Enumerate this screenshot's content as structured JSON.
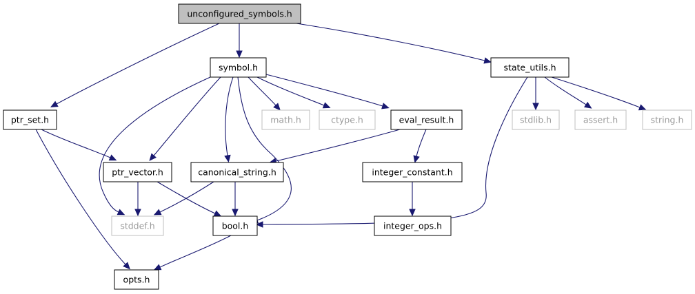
{
  "diagram": {
    "nodes": [
      {
        "id": "unconfigured_symbols",
        "label": "unconfigured_symbols.h",
        "kind": "root"
      },
      {
        "id": "symbol",
        "label": "symbol.h",
        "kind": "file"
      },
      {
        "id": "state_utils",
        "label": "state_utils.h",
        "kind": "file"
      },
      {
        "id": "ptr_set",
        "label": "ptr_set.h",
        "kind": "file"
      },
      {
        "id": "math",
        "label": "math.h",
        "kind": "external"
      },
      {
        "id": "ctype",
        "label": "ctype.h",
        "kind": "external"
      },
      {
        "id": "eval_result",
        "label": "eval_result.h",
        "kind": "file"
      },
      {
        "id": "stdlib",
        "label": "stdlib.h",
        "kind": "external"
      },
      {
        "id": "assert",
        "label": "assert.h",
        "kind": "external"
      },
      {
        "id": "string",
        "label": "string.h",
        "kind": "external"
      },
      {
        "id": "ptr_vector",
        "label": "ptr_vector.h",
        "kind": "file"
      },
      {
        "id": "canonical_string",
        "label": "canonical_string.h",
        "kind": "file"
      },
      {
        "id": "integer_constant",
        "label": "integer_constant.h",
        "kind": "file"
      },
      {
        "id": "stddef",
        "label": "stddef.h",
        "kind": "external"
      },
      {
        "id": "bool",
        "label": "bool.h",
        "kind": "file"
      },
      {
        "id": "integer_ops",
        "label": "integer_ops.h",
        "kind": "file"
      },
      {
        "id": "opts",
        "label": "opts.h",
        "kind": "file"
      }
    ],
    "edges": [
      {
        "from": "unconfigured_symbols",
        "to": "symbol"
      },
      {
        "from": "unconfigured_symbols",
        "to": "state_utils"
      },
      {
        "from": "unconfigured_symbols",
        "to": "ptr_set"
      },
      {
        "from": "symbol",
        "to": "math"
      },
      {
        "from": "symbol",
        "to": "ctype"
      },
      {
        "from": "symbol",
        "to": "eval_result"
      },
      {
        "from": "symbol",
        "to": "ptr_vector"
      },
      {
        "from": "symbol",
        "to": "canonical_string"
      },
      {
        "from": "symbol",
        "to": "stddef"
      },
      {
        "from": "symbol",
        "to": "bool"
      },
      {
        "from": "state_utils",
        "to": "stdlib"
      },
      {
        "from": "state_utils",
        "to": "assert"
      },
      {
        "from": "state_utils",
        "to": "string"
      },
      {
        "from": "state_utils",
        "to": "bool"
      },
      {
        "from": "ptr_set",
        "to": "ptr_vector"
      },
      {
        "from": "ptr_set",
        "to": "opts"
      },
      {
        "from": "eval_result",
        "to": "canonical_string"
      },
      {
        "from": "eval_result",
        "to": "integer_constant"
      },
      {
        "from": "ptr_vector",
        "to": "stddef"
      },
      {
        "from": "ptr_vector",
        "to": "bool"
      },
      {
        "from": "canonical_string",
        "to": "stddef"
      },
      {
        "from": "canonical_string",
        "to": "bool"
      },
      {
        "from": "integer_constant",
        "to": "integer_ops"
      },
      {
        "from": "bool",
        "to": "opts"
      }
    ]
  }
}
